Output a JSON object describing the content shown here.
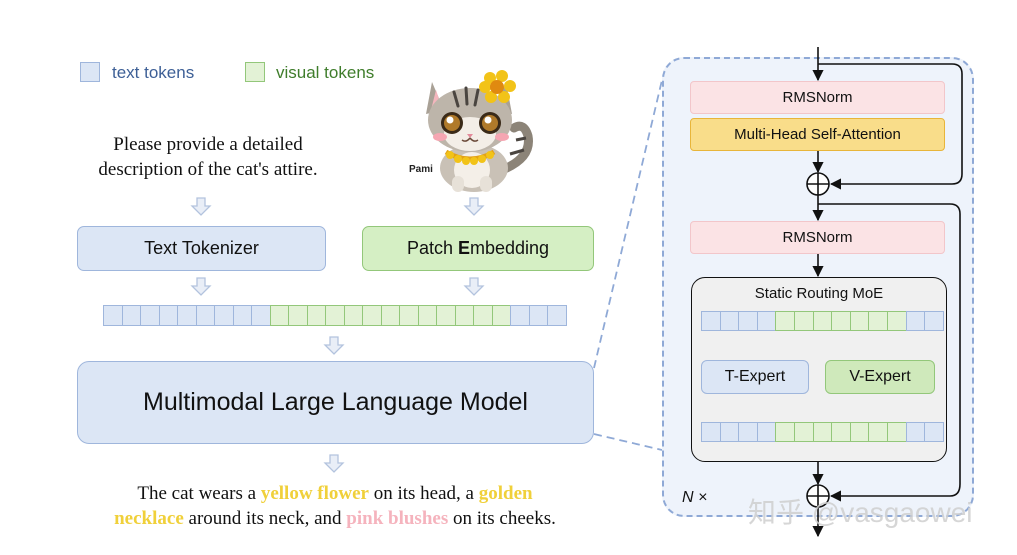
{
  "legend": {
    "text_tokens": "text tokens",
    "visual_tokens": "visual tokens"
  },
  "prompt": {
    "line1": "Please provide a detailed",
    "line2": "description of the cat's attire."
  },
  "image": {
    "caption": "Pami"
  },
  "text_tokenizer": "Text Tokenizer",
  "patch_embedding": {
    "pre": "Patch ",
    "bold": "E",
    "post": "mbedding"
  },
  "tokens": {
    "text_before": 9,
    "visual": 13,
    "text_after": 3
  },
  "mllm": "Multimodal Large Language Model",
  "output": {
    "p1": "The cat wears a ",
    "h1": "yellow flower",
    "p2": " on its head, a ",
    "h2a": "golden",
    "h2b": "necklace",
    "p3": " around its neck, and ",
    "h3": "pink blushes",
    "p4": " on its cheeks."
  },
  "block": {
    "rmsnorm_1": "RMSNorm",
    "attention": "Multi-Head Self-Attention",
    "rmsnorm_2": "RMSNorm",
    "moe_title": "Static Routing MoE",
    "t_expert": "T-Expert",
    "v_expert": "V-Expert",
    "repeat": "N ×",
    "moe_tokens": {
      "text_before": 4,
      "visual": 7,
      "text_after": 2
    }
  },
  "watermark": "知乎 @vasgaowei",
  "colors": {
    "text_token_fill": "#dce6f5",
    "text_token_border": "#9fb6dc",
    "visual_token_fill": "#e3f2d6",
    "visual_token_border": "#93c77a",
    "yellow_highlight": "#f0d03a",
    "pink_highlight": "#f5b3bd"
  }
}
